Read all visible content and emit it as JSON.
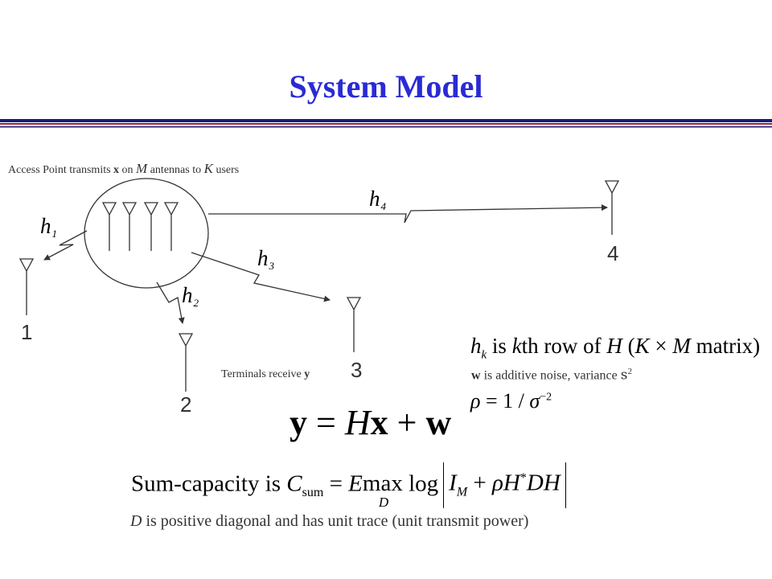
{
  "slide": {
    "title": "System Model",
    "colors": {
      "title": "#2a2ad6",
      "rule_blue": "#1a1a7a",
      "rule_red": "#b02020"
    }
  },
  "diagram": {
    "caption_top": {
      "pre": "Access Point transmits ",
      "x": "x",
      "mid1": " on ",
      "M": "M",
      "mid2": " antennas to ",
      "K": "K",
      "post": " users"
    },
    "caption_terminals": {
      "pre": "Terminals receive ",
      "y": "y"
    },
    "channel_labels": [
      {
        "base": "h",
        "sub": "1"
      },
      {
        "base": "h",
        "sub": "2"
      },
      {
        "base": "h",
        "sub": "3"
      },
      {
        "base": "h",
        "sub": "4"
      }
    ],
    "user_numbers": [
      "1",
      "2",
      "3",
      "4"
    ]
  },
  "equations": {
    "row_line": {
      "hk": "h",
      "k": "k",
      "is": " is ",
      "kth": "k",
      "th_row": "th row of ",
      "H": "H",
      "open": " (",
      "K": "K",
      "times": " × ",
      "M": "M",
      "close": "  matrix)"
    },
    "noise_line": {
      "w": "w",
      "rest": " is additive noise, variance ",
      "sigma": "s",
      "sq": "2"
    },
    "rho_line": {
      "rho": "ρ",
      "eq": " = 1 / ",
      "sigma": "σ",
      "exp": "−2"
    },
    "main": {
      "y": "y",
      "eq": " = ",
      "H": "H",
      "x": "x",
      "plus": " + ",
      "w": "w"
    },
    "sum_capacity": {
      "label": "Sum-capacity is  ",
      "C": "C",
      "sub": "sum",
      "eq": " = ",
      "E": "E",
      "max": " max",
      "D": "D",
      "log": " log",
      "I": "I",
      "Isub": "M",
      "plus": " + ",
      "rho": "ρ",
      "H": "H",
      "star": "*",
      "DH": "DH"
    },
    "footnote": {
      "D": "D",
      "rest": " is positive diagonal and has unit trace (unit transmit power)"
    }
  }
}
